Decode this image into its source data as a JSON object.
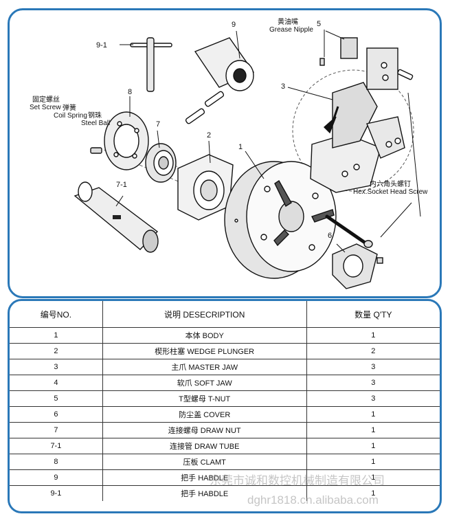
{
  "diagram": {
    "part_numbers": [
      "9-1",
      "9",
      "5",
      "3",
      "8",
      "7",
      "2",
      "1",
      "7-1",
      "6"
    ],
    "labels": {
      "grease_cn": "黄油嘴",
      "grease_en": "Grease Nipple",
      "setscrew_cn": "固定螺丝",
      "setscrew_en": "Set Screw",
      "spring_cn": "弹簧",
      "spring_en": "Coil Spring",
      "ball_cn": "钢珠",
      "ball_en": "Steel Ball",
      "hex_cn": "内六角头螺钉",
      "hex_en": "Hex.Socket Head Screw"
    }
  },
  "table": {
    "headers": {
      "no": "编号NO.",
      "desc": "说明 DESECRIPTION",
      "qty": "数量 Q'TY"
    },
    "rows": [
      {
        "no": "1",
        "desc": "本体 BODY",
        "qty": "1"
      },
      {
        "no": "2",
        "desc": "楔形柱塞 WEDGE PLUNGER",
        "qty": "2"
      },
      {
        "no": "3",
        "desc": "主爪 MASTER JAW",
        "qty": "3"
      },
      {
        "no": "4",
        "desc": "软爪 SOFT JAW",
        "qty": "3"
      },
      {
        "no": "5",
        "desc": "T型螺母 T-NUT",
        "qty": "3"
      },
      {
        "no": "6",
        "desc": "防尘盖 COVER",
        "qty": "1"
      },
      {
        "no": "7",
        "desc": "连接螺母 DRAW NUT",
        "qty": "1"
      },
      {
        "no": "7-1",
        "desc": "连接管 DRAW TUBE",
        "qty": "1"
      },
      {
        "no": "8",
        "desc": "压板 CLAMT",
        "qty": "1"
      },
      {
        "no": "9",
        "desc": "把手 HABDLE",
        "qty": "1"
      },
      {
        "no": "9-1",
        "desc": "把手 HABDLE",
        "qty": "1"
      }
    ]
  },
  "watermark": {
    "line1": "东莞市诚和数控机械制造有限公司",
    "line2": "dghr1818.cn.alibaba.com"
  }
}
